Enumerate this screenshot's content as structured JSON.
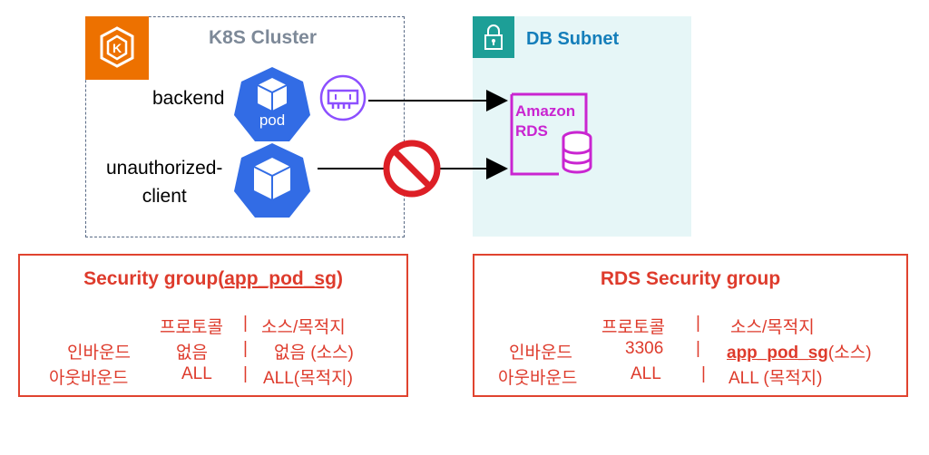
{
  "cluster": {
    "title": "K8S Cluster",
    "icon": "kubernetes-eks-icon"
  },
  "subnet": {
    "title": "DB Subnet",
    "icon": "lock-icon"
  },
  "pods": {
    "backend_label": "backend",
    "backend_pod_text": "pod",
    "client_label_line1": "unauthorized-",
    "client_label_line2": "client"
  },
  "rds": {
    "line1": "Amazon",
    "line2": "RDS",
    "icon": "database-icon"
  },
  "colors": {
    "k8s_orange": "#ed7100",
    "k8s_blue": "#326ce5",
    "subnet_bg": "#e6f6f7",
    "lock_teal": "#1d9f97",
    "subnet_title": "#147eba",
    "rds_magenta": "#c925d1",
    "eni_purple": "#8c4fff",
    "sg_red": "#de3b2c",
    "deny_red": "#dd1f26"
  },
  "sg_left": {
    "title_prefix": "Security group(",
    "title_link": "app_pod_sg",
    "title_suffix": ")",
    "header_protocol": "프로토콜",
    "header_sep": "|",
    "header_source": "소스/목적지",
    "inbound_label": "인바운드",
    "inbound_protocol": "없음",
    "inbound_sep": "|",
    "inbound_source": "없음 (소스)",
    "outbound_label": "아웃바운드",
    "outbound_protocol": "ALL",
    "outbound_sep": "|",
    "outbound_source": "ALL(목적지)"
  },
  "sg_right": {
    "title": "RDS Security group",
    "header_protocol": "프로토콜",
    "header_sep": "|",
    "header_source": "소스/목적지",
    "inbound_label": "인바운드",
    "inbound_protocol": "3306",
    "inbound_sep": "|",
    "inbound_source_link": "app_pod_sg",
    "inbound_source_suffix": "(소스)",
    "outbound_label": "아웃바운드",
    "outbound_protocol": "ALL",
    "outbound_sep": "|",
    "outbound_source": "ALL (목적지)"
  }
}
